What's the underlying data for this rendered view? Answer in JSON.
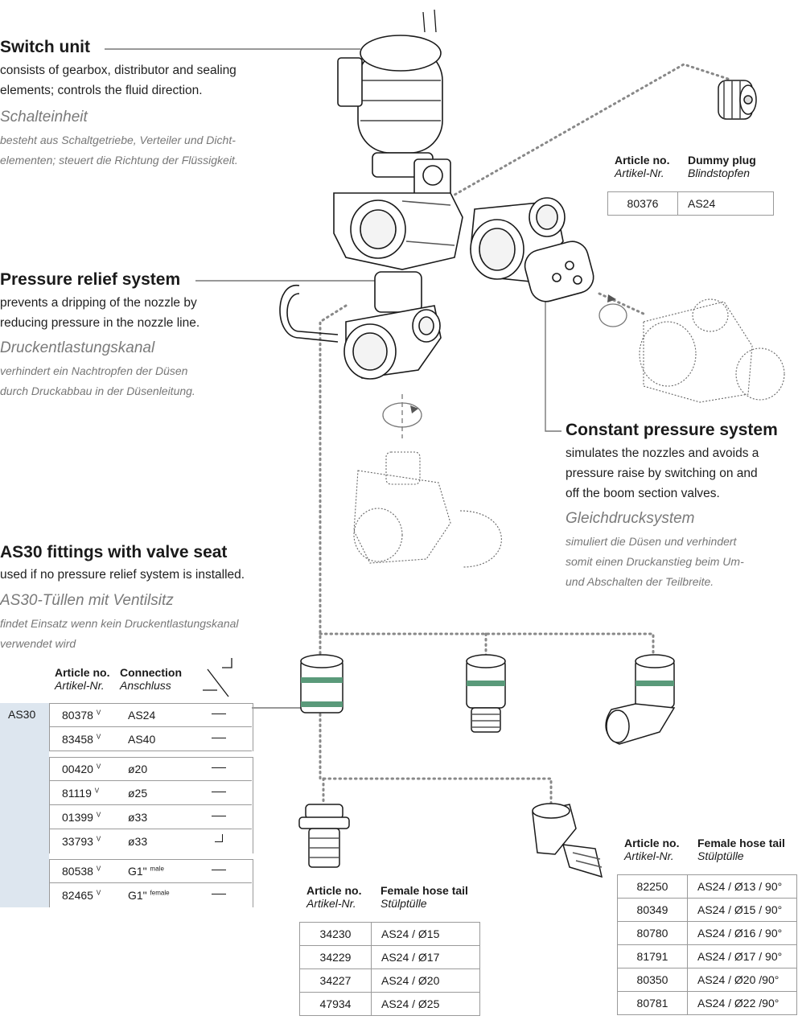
{
  "switch_unit": {
    "title": "Switch unit",
    "en_line1": "consists of gearbox, distributor and sealing",
    "en_line2": "elements; controls the fluid direction.",
    "de_title": "Schalteinheit",
    "de_line1": "besteht aus Schaltgetriebe, Verteiler und Dicht-",
    "de_line2": "elementen; steuert die Richtung der Flüssigkeit."
  },
  "pressure_relief": {
    "title": "Pressure relief system",
    "en_line1": "prevents a dripping of the nozzle by",
    "en_line2": "reducing pressure in the nozzle line.",
    "de_title": "Druckentlastungskanal",
    "de_line1": "verhindert ein Nachtropfen der Düsen",
    "de_line2": "durch Druckabbau in der Düsenleitung."
  },
  "constant_pressure": {
    "title": "Constant pressure system",
    "en_line1": "simulates the nozzles and avoids a",
    "en_line2": "pressure raise by switching on and",
    "en_line3": "off the boom section valves.",
    "de_title": "Gleichdrucksystem",
    "de_line1": "simuliert die Düsen und verhindert",
    "de_line2": "somit einen Druckanstieg beim Um-",
    "de_line3": "und Abschalten der Teilbreite."
  },
  "as30_fittings": {
    "title": "AS30 fittings with valve seat",
    "en_line1": "used if no pressure relief system is installed.",
    "de_title": "AS30-Tüllen mit Ventilsitz",
    "de_line1": "findet Einsatz wenn kein Druckentlastungskanal",
    "de_line2": "verwendet wird"
  },
  "dummy_plug": {
    "h_article": "Article no.",
    "h_article_de": "Artikel-Nr.",
    "h_name": "Dummy plug",
    "h_name_de": "Blindstopfen",
    "rows": [
      [
        "80376",
        "AS24"
      ]
    ]
  },
  "fittings_table": {
    "label": "AS30",
    "h_article": "Article no.",
    "h_article_de": "Artikel-Nr.",
    "h_connection": "Connection",
    "h_connection_de": "Anschluss",
    "rows": [
      {
        "article": "80378",
        "mark": "V",
        "connection": "AS24",
        "sup": "",
        "shape": "straight"
      },
      {
        "article": "83458",
        "mark": "V",
        "connection": "AS40",
        "sup": "",
        "shape": "straight"
      },
      {
        "article": "00420",
        "mark": "V",
        "connection": "ø20",
        "sup": "",
        "shape": "straight"
      },
      {
        "article": "81119",
        "mark": "V",
        "connection": "ø25",
        "sup": "",
        "shape": "straight"
      },
      {
        "article": "01399",
        "mark": "V",
        "connection": "ø33",
        "sup": "",
        "shape": "straight"
      },
      {
        "article": "33793",
        "mark": "V",
        "connection": "ø33",
        "sup": "",
        "shape": "elbow"
      },
      {
        "article": "80538",
        "mark": "V",
        "connection": "G1\"",
        "sup": "male",
        "shape": "straight"
      },
      {
        "article": "82465",
        "mark": "V",
        "connection": "G1\"",
        "sup": "female",
        "shape": "straight"
      }
    ]
  },
  "hose_tail_straight": {
    "h_article": "Article no.",
    "h_article_de": "Artikel-Nr.",
    "h_name": "Female hose tail",
    "h_name_de": "Stülptülle",
    "rows": [
      [
        "34230",
        "AS24 / Ø15"
      ],
      [
        "34229",
        "AS24 / Ø17"
      ],
      [
        "34227",
        "AS24 / Ø20"
      ],
      [
        "47934",
        "AS24 / Ø25"
      ]
    ]
  },
  "hose_tail_elbow": {
    "h_article": "Article no.",
    "h_article_de": "Artikel-Nr.",
    "h_name": "Female hose tail",
    "h_name_de": "Stülptülle",
    "rows": [
      [
        "82250",
        "AS24 / Ø13 / 90°"
      ],
      [
        "80349",
        "AS24 / Ø15 / 90°"
      ],
      [
        "80780",
        "AS24 / Ø16 / 90°"
      ],
      [
        "81791",
        "AS24 / Ø17 / 90°"
      ],
      [
        "80350",
        "AS24 / Ø20 /90°"
      ],
      [
        "80781",
        "AS24 / Ø22 /90°"
      ]
    ]
  },
  "colors": {
    "seal_green": "#5a9a7a",
    "label_band": "#dde6ef",
    "line": "#888888"
  }
}
